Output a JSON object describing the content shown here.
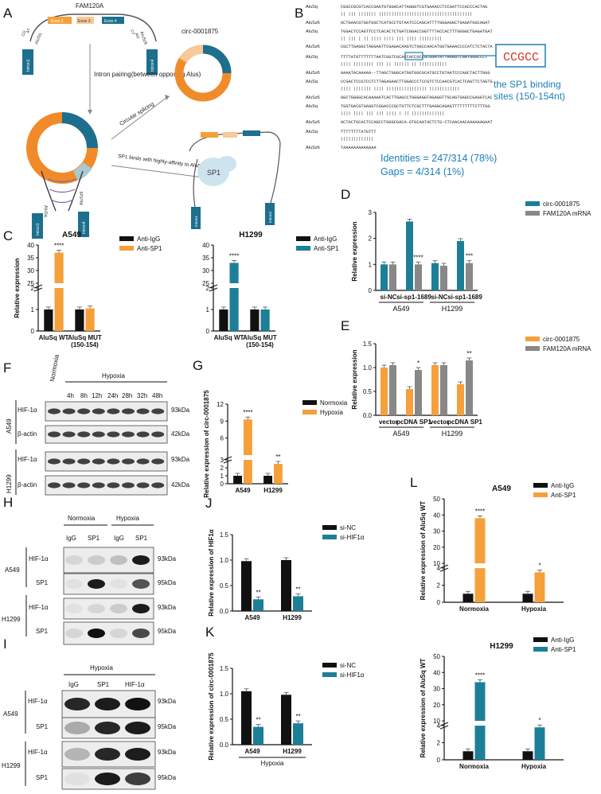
{
  "panels": {
    "A": "A",
    "B": "B",
    "C": "C",
    "D": "D",
    "E": "E",
    "F": "F",
    "G": "G",
    "H": "H",
    "I": "I",
    "J": "J",
    "K": "K",
    "L": "L"
  },
  "panelA": {
    "gene": "FAM120A",
    "exons": [
      "Exon 2",
      "Exon 3",
      "Exon 4"
    ],
    "alu_left": "AluSq",
    "alu_right": "AluSz6",
    "intron_left": "Intron1",
    "intron_right": "Intron4",
    "pairs_left": [
      "CG",
      "AT",
      "GC",
      "TA"
    ],
    "pairs_right": [
      "CT",
      "AG"
    ],
    "intron_pairing": "Intron pairing(between opposing Alus)",
    "circ_name": "circ-0001875",
    "circular_splicing": "Circular splicing",
    "sp1_binds": "SP1 binds with highly-affinity to AluSq",
    "sp1": "SP1"
  },
  "panelB": {
    "rows": [
      {
        "label": "AluSq",
        "seq": "CGGCCGCGTCACCGAGTGTGGACATTAGGGTCGTGAAACCTCCGATTCCACCCACTAG"
      },
      {
        "label": "",
        "seq": "||  |||   |||||||  |||||||||||||||||||||||||||||||||||||"
      },
      {
        "label": "AluSz6",
        "seq": "GCTGAACGTGGTGGCTCATGCCTGTAATCCCAGCATTTTGGGAGGCTGAGATGGCAGAT"
      },
      {
        "label": "AluSq",
        "seq": "TGGACTCCAGTTCCTCACACTCTGATCGGACCGGTTTTACCACTTTGGGGCTGAGATGAT"
      },
      {
        "label": "",
        "seq": "  ||  |||    |   ||   ||||   ||||   ||| |||| |||||||||"
      },
      {
        "label": "AluSz6",
        "seq": "CGCTTGAGGCTAGGAGTTCGAGACAAGTCTGGCCAACATGGTGAAACCCCATCTCTACTA"
      },
      {
        "label": "AluSq",
        "seq": "TTTTATGTTTTTTTAATCGGTCGCACCACCGCCGCGGATATTAGGGTCGATGGGCCCT"
      },
      {
        "label": "",
        "seq": "  ||||   ||||||||  |||   ||      ||||||  || |||||||||||"
      },
      {
        "label": "AluSz6",
        "seq": "AAAATACAAAAA--TTAGCTGGGCATGGTGGCGCATGCCTGTAATCCCAGCTACTTGGG"
      },
      {
        "label": "AluSq",
        "seq": "CCGACTCCGTCCTCTTAGAGAACTTGGACCCTCCGTCTCCAACGTCACTCAGTTCTAGTG"
      },
      {
        "label": "",
        "seq": "  ||||  |||||||  ||||  ||||||||||||||||  ||||||||||||"
      },
      {
        "label": "AluSz6",
        "seq": "GGCTGGGGCACAAAAATCACTTGAGCCTGGGAGGTAGAGGTTGCAGTGAGCCGAGGTCAC"
      },
      {
        "label": "AluSq",
        "seq": "TGGTGACGTGAGGTCGGACCCGCTGTTCTCGCTTTGAGGCAGAGTTTTTTTTTCTTTGG"
      },
      {
        "label": "",
        "seq": "  ||||   ||||  |||    |||   |||| | || |||||||||||||"
      },
      {
        "label": "AluSz6",
        "seq": "ACTACTGCACTCCAGCCTGGGCGACA-GTGCAATACTCTG-CTCAACAACAAAAAAGAAT"
      },
      {
        "label": "AluSq",
        "seq": "TTTTTTTTATGTTT"
      },
      {
        "label": "",
        "seq": "|||||||||||||"
      },
      {
        "label": "AluSz6",
        "seq": "TAAAAAAAAAAAAA"
      }
    ],
    "motif": "CCGCC",
    "binding_note_1": "the SP1 binding",
    "binding_note_2": "sites (150-154nt)",
    "identities": "Identities = 247/314 (78%)",
    "gaps": "Gaps = 4/314 (1%)"
  },
  "chart_data": [
    {
      "id": "C-A549",
      "type": "bar",
      "title": "A549",
      "ylabel": "Relative expression",
      "categories": [
        "AluSq WT",
        "AluSq MUT (150-154)"
      ],
      "series": [
        {
          "name": "Anti-IgG",
          "color": "#111111",
          "values": [
            1.0,
            1.0
          ]
        },
        {
          "name": "Anti-SP1",
          "color": "#f5a03a",
          "values": [
            37,
            1.05
          ]
        }
      ],
      "yticks": [
        "0",
        "1",
        "2",
        "25",
        "30",
        "35",
        "40"
      ],
      "axis_break": true,
      "significance": [
        "****",
        ""
      ]
    },
    {
      "id": "C-H1299",
      "type": "bar",
      "title": "H1299",
      "ylabel": "",
      "categories": [
        "AluSq WT",
        "AluSq MUT (150-154)"
      ],
      "series": [
        {
          "name": "Anti-IgG",
          "color": "#111111",
          "values": [
            1.0,
            1.0
          ]
        },
        {
          "name": "Anti-SP1",
          "color": "#1d7f97",
          "values": [
            33,
            1.0
          ]
        }
      ],
      "yticks": [
        "0",
        "1",
        "2",
        "25",
        "30",
        "35",
        "40"
      ],
      "axis_break": true,
      "significance": [
        "****",
        ""
      ]
    },
    {
      "id": "D",
      "type": "bar",
      "ylabel": "Relative expression",
      "categories": [
        "si-NC",
        "si-sp1-1689",
        "si-NC",
        "si-sp1-1689"
      ],
      "groups": [
        "A549",
        "H1299"
      ],
      "series": [
        {
          "name": "circ-0001875",
          "color": "#1d7f97",
          "values": [
            1.0,
            2.65,
            1.05,
            1.9
          ]
        },
        {
          "name": "FAM120A mRNA",
          "color": "#888888",
          "values": [
            1.0,
            1.0,
            0.95,
            1.05
          ]
        }
      ],
      "ylim": [
        0,
        3
      ],
      "yticks": [
        "0",
        "1",
        "2",
        "3"
      ],
      "significance": [
        "",
        "****",
        "",
        "***"
      ]
    },
    {
      "id": "E",
      "type": "bar",
      "ylabel": "Relative expression",
      "categories": [
        "vector",
        "pcDNA SP1",
        "vector",
        "pcDNA SP1"
      ],
      "groups": [
        "A549",
        "H1299"
      ],
      "series": [
        {
          "name": "circ-0001875",
          "color": "#f5a03a",
          "values": [
            1.0,
            0.55,
            1.05,
            0.65
          ]
        },
        {
          "name": "FAM120A mRNA",
          "color": "#888888",
          "values": [
            1.05,
            0.95,
            1.05,
            1.15
          ]
        }
      ],
      "ylim": [
        0,
        1.5
      ],
      "yticks": [
        "0.0",
        "0.5",
        "1.0",
        "1.5"
      ],
      "significance": [
        "",
        "*",
        "",
        "**"
      ]
    },
    {
      "id": "G",
      "type": "bar",
      "ylabel": "Relative expression of circ-0001875",
      "categories": [
        "A549",
        "H1299"
      ],
      "series": [
        {
          "name": "Normoxia",
          "color": "#111111",
          "values": [
            1.0,
            1.0
          ]
        },
        {
          "name": "Hypoxia",
          "color": "#f5a03a",
          "values": [
            9.3,
            2.5
          ]
        }
      ],
      "yticks": [
        "0",
        "1",
        "2",
        "3",
        "6",
        "9",
        "12"
      ],
      "axis_break": true,
      "significance": [
        "****",
        "**"
      ]
    },
    {
      "id": "J",
      "type": "bar",
      "ylabel": "Relative expression of HIF1α",
      "categories": [
        "A549",
        "H1299"
      ],
      "series": [
        {
          "name": "si-NC",
          "color": "#111111",
          "values": [
            0.98,
            1.0
          ]
        },
        {
          "name": "si-HIF1α",
          "color": "#1d7f97",
          "values": [
            0.23,
            0.29
          ]
        }
      ],
      "ylim": [
        0,
        1.5
      ],
      "yticks": [
        "0.0",
        "0.5",
        "1.0",
        "1.5"
      ],
      "significance": [
        "**",
        "**"
      ]
    },
    {
      "id": "K",
      "type": "bar",
      "ylabel": "Relative expression of circ-0001875",
      "xlabel": "Hypoxia",
      "categories": [
        "A549",
        "H1299"
      ],
      "series": [
        {
          "name": "si-NC",
          "color": "#111111",
          "values": [
            1.05,
            0.98
          ]
        },
        {
          "name": "si-HIF1α",
          "color": "#1d7f97",
          "values": [
            0.35,
            0.42
          ]
        }
      ],
      "ylim": [
        0,
        1.5
      ],
      "yticks": [
        "0.0",
        "0.5",
        "1.0",
        "1.5"
      ],
      "significance": [
        "**",
        "**"
      ]
    },
    {
      "id": "L-A549",
      "type": "bar",
      "title": "A549",
      "ylabel": "Relative expression of AluSq WT",
      "categories": [
        "Normoxia",
        "Hypoxia"
      ],
      "series": [
        {
          "name": "Anti-IgG",
          "color": "#111111",
          "values": [
            1.0,
            1.0
          ]
        },
        {
          "name": "Anti-SP1",
          "color": "#f5a03a",
          "values": [
            38,
            3.5
          ]
        }
      ],
      "yticks": [
        "0",
        "2",
        "4",
        "10",
        "20",
        "30",
        "40",
        "50"
      ],
      "axis_break": true,
      "significance": [
        "****",
        "*"
      ]
    },
    {
      "id": "L-H1299",
      "type": "bar",
      "title": "H1299",
      "ylabel": "Relative expression of AluSq WT",
      "categories": [
        "Normoxia",
        "Hypoxia"
      ],
      "series": [
        {
          "name": "Anti-IgG",
          "color": "#111111",
          "values": [
            1.0,
            1.0
          ]
        },
        {
          "name": "Anti-SP1",
          "color": "#1d7f97",
          "values": [
            34,
            3.8
          ]
        }
      ],
      "yticks": [
        "0",
        "2",
        "4",
        "10",
        "20",
        "30",
        "40",
        "50"
      ],
      "axis_break": true,
      "significance": [
        "****",
        "*"
      ]
    }
  ],
  "panelF": {
    "normoxia": "Normoxia",
    "hypoxia": "Hypoxia",
    "times": [
      "4h",
      "8h",
      "12h",
      "24h",
      "28h",
      "32h",
      "48h"
    ],
    "cells": [
      "A549",
      "H1299"
    ],
    "rows": [
      "HIF-1α",
      "β-actin",
      "HIF-1α",
      "β-actin"
    ],
    "kda": [
      "93kDa",
      "42kDa",
      "93kDa",
      "42kDa"
    ]
  },
  "panelH": {
    "normoxia": "Normoxia",
    "hypoxia": "Hypoxia",
    "lanes": [
      "IgG",
      "SP1",
      "IgG",
      "SP1"
    ],
    "cells": [
      "A549",
      "H1299"
    ],
    "rows": [
      "HIF-1α",
      "SP1",
      "HIF-1α",
      "SP1"
    ],
    "kda": [
      "93kDa",
      "95kDa",
      "93kDa",
      "95kDa"
    ]
  },
  "panelI": {
    "hypoxia": "Hypoxia",
    "lanes": [
      "IgG",
      "SP1",
      "HIF-1α"
    ],
    "cells": [
      "A549",
      "H1299"
    ],
    "rows": [
      "HIF-1α",
      "SP1",
      "HIF-1α",
      "SP1"
    ],
    "kda": [
      "93kDa",
      "95kDa",
      "93kDa",
      "95kDa"
    ]
  }
}
